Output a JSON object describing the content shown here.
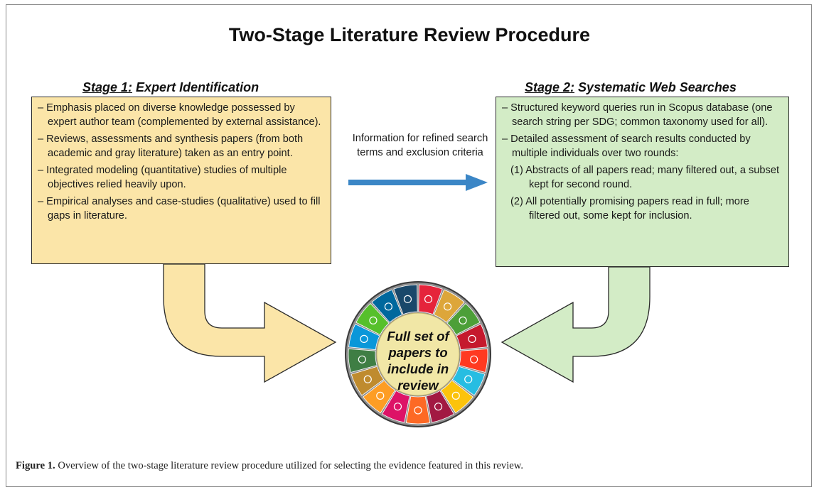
{
  "title": "Two-Stage Literature Review Procedure",
  "stage1": {
    "label": "Stage 1:",
    "heading": "Expert Identification",
    "items": [
      "– Emphasis placed on diverse knowledge possessed by expert author team (complemented by external assistance).",
      "– Reviews, assessments and synthesis papers (from both academic and gray literature) taken as an entry point.",
      "– Integrated modeling (quantitative) studies of multiple objectives relied heavily upon.",
      "– Empirical analyses and case-studies (qualitative) used to fill gaps in literature."
    ]
  },
  "stage2": {
    "label": "Stage 2:",
    "heading": "Systematic Web Searches",
    "items": [
      "– Structured keyword queries run in Scopus database (one search string per SDG; common taxonomy used for all).",
      "– Detailed assessment of search results conducted by multiple individuals over two rounds:"
    ],
    "subitems": [
      "(1) Abstracts of all papers read; many filtered out, a subset kept for second round.",
      "(2) All potentially promising papers read in full; more filtered out, some kept for inclusion."
    ]
  },
  "middle_label": "Information for refined search terms and exclusion criteria",
  "center": {
    "text": "Full set of papers to include in review"
  },
  "caption": {
    "label": "Figure 1.",
    "text": " Overview of the two-stage literature review procedure utilized for selecting the evidence featured in this review."
  },
  "colors": {
    "stage1_fill": "#fbe5a8",
    "stage2_fill": "#d3ecc6",
    "arrow_blue": "#3b86c6",
    "center_fill": "#f1e7a6"
  }
}
